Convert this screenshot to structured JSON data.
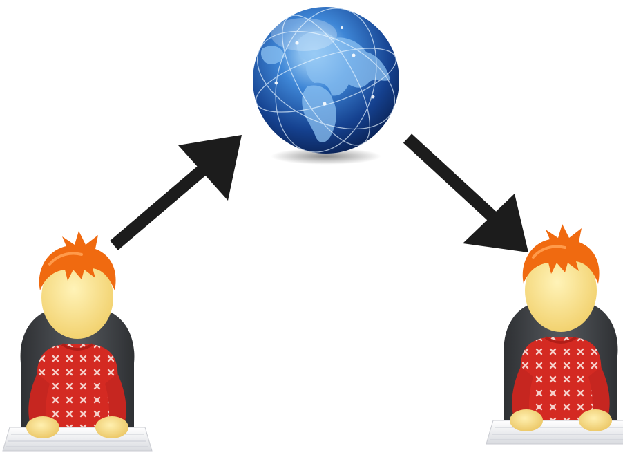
{
  "diagram": {
    "nodes": [
      {
        "id": "sender",
        "icon": "user-at-keyboard-icon"
      },
      {
        "id": "internet",
        "icon": "globe-icon"
      },
      {
        "id": "receiver",
        "icon": "user-at-keyboard-icon"
      }
    ],
    "edges": [
      {
        "from": "sender",
        "to": "internet"
      },
      {
        "from": "internet",
        "to": "receiver"
      }
    ]
  },
  "colors": {
    "background": "#ffffff",
    "arrow": "#1c1c1c",
    "hair": "#f06a10",
    "face": "#fbe48a",
    "sweater": "#d42a22",
    "sweater_pattern": "#f4c8c4",
    "chair": "#3e4145",
    "keyboard": "#f2f2f4",
    "globe_ocean": "#1a4fa8",
    "globe_land": "#7fb6ea"
  }
}
